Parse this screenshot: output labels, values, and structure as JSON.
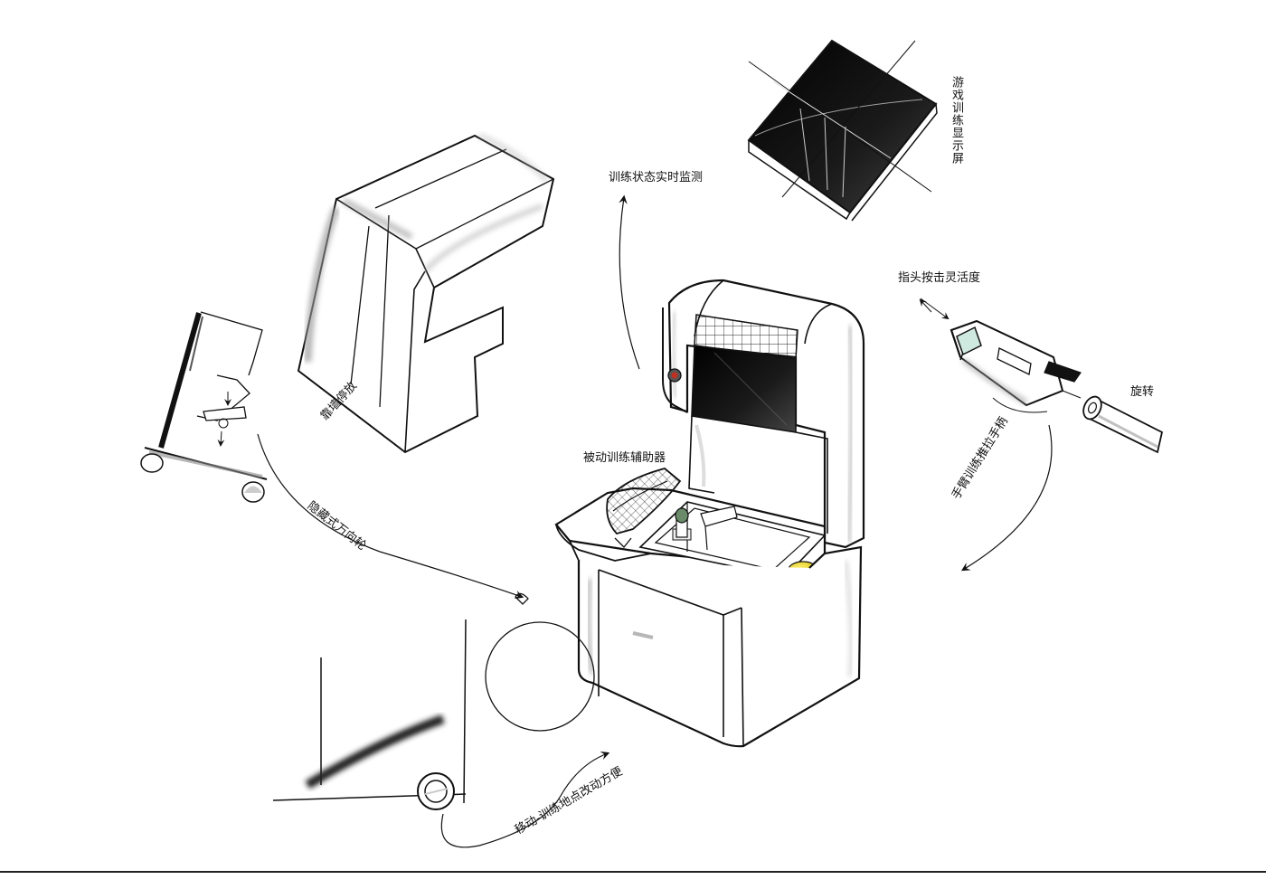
{
  "labels": {
    "display_screen": "游戏训练显示屏",
    "status_monitor": "训练状态实时监测",
    "finger_dexterity": "指头按击灵活度",
    "rotate": "旋转",
    "arm_push_pull": "手臂训练推拉手柄",
    "passive_assist": "被动训练辅助器",
    "wall_parking": "靠墙停放",
    "hidden_wheel": "隐藏式万向轮",
    "mobile_convenience": "移动-训练地点改动方便"
  },
  "colors": {
    "stroke": "#111111",
    "screen": "#0d0d0d",
    "yellow_button": "#f0e020",
    "red_button": "#d83020",
    "shadow": "#9a9a9a"
  }
}
